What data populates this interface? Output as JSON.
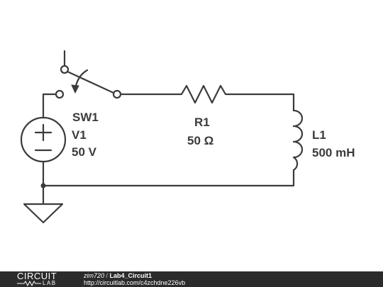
{
  "components": {
    "switch": {
      "name": "SW1"
    },
    "source": {
      "name": "V1",
      "value": "50 V"
    },
    "resistor": {
      "name": "R1",
      "value": "50 Ω"
    },
    "inductor": {
      "name": "L1",
      "value": "500 mH"
    }
  },
  "footer": {
    "logo_top": "CIRCUIT",
    "logo_bottom": "LAB",
    "user": "zim720",
    "separator": " / ",
    "title": "Lab4_Circuit1",
    "url": "http://circuitlab.com/c4zchdne226vb"
  },
  "colors": {
    "wire": "#3b3b3b",
    "background": "#ffffff",
    "footer_bg": "#2b2b2b",
    "footer_text": "#ffffff"
  }
}
